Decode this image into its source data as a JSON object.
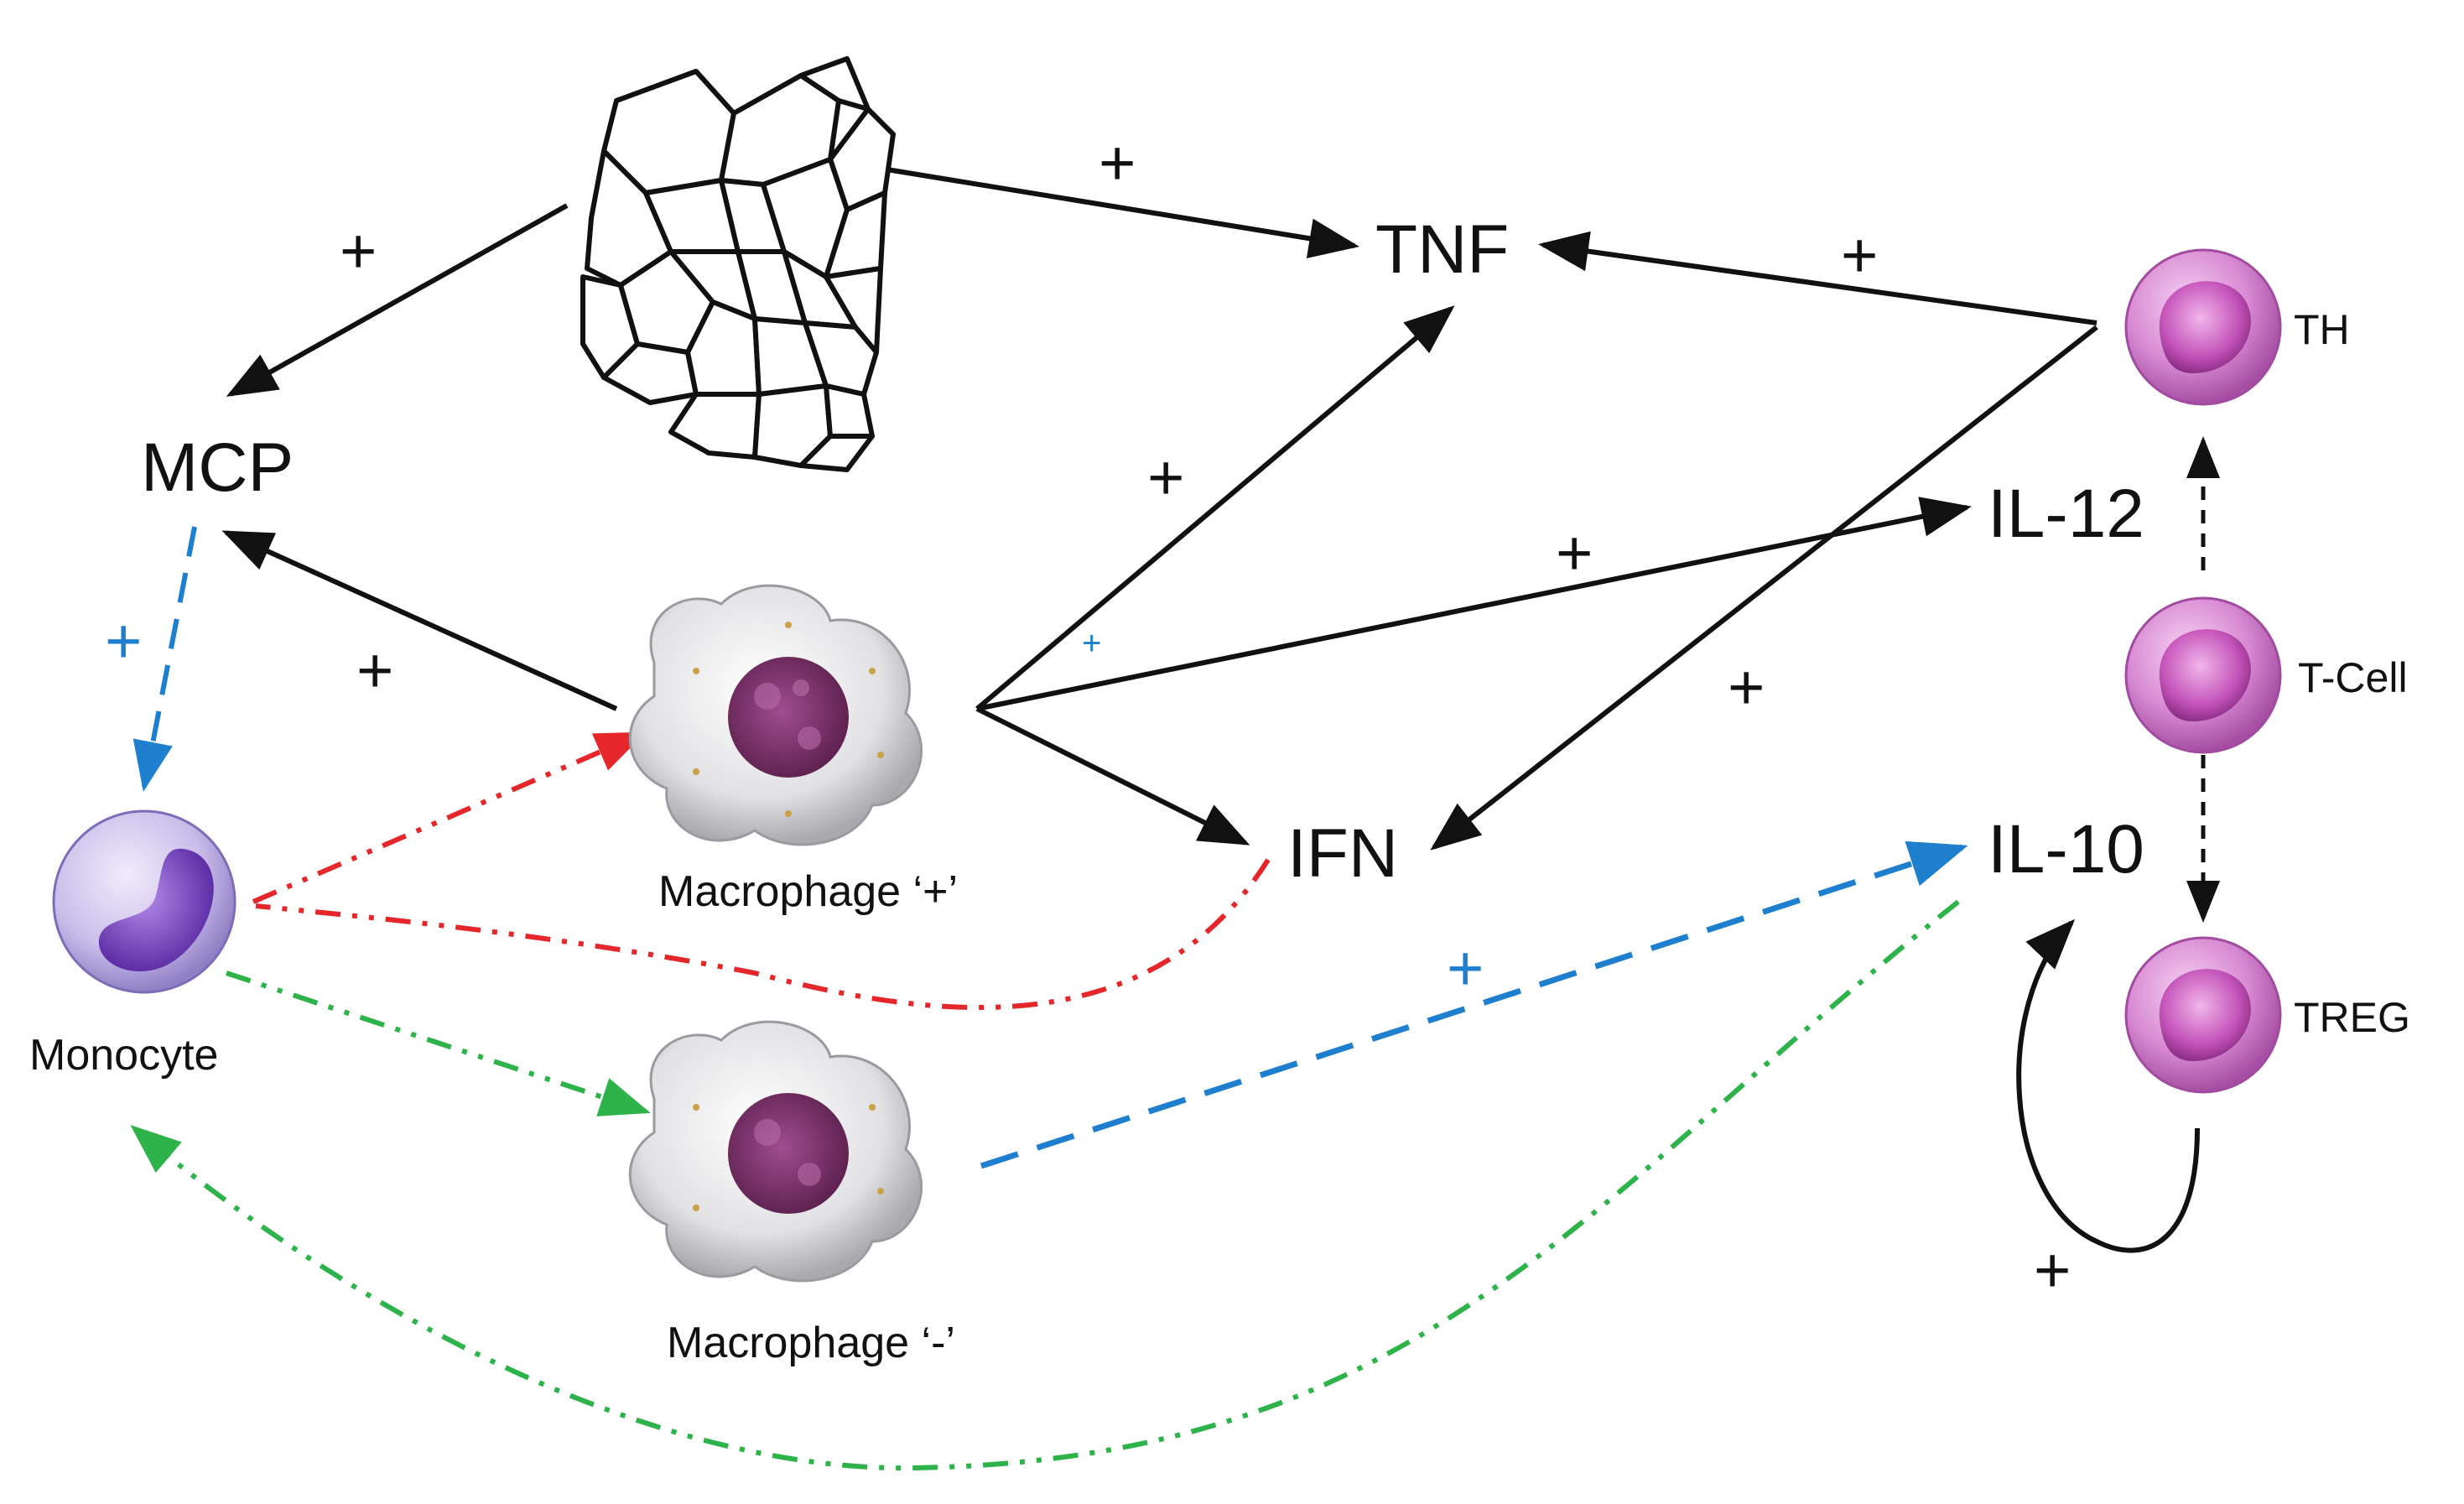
{
  "cytokines": {
    "tnf": "TNF",
    "mcp": "MCP",
    "ifn": "IFN",
    "il12": "IL-12",
    "il10": "IL-10"
  },
  "cells": {
    "monocyte": "Monocyte",
    "macrophage_pos": "Macrophage ‘+’",
    "macrophage_neg": "Macrophage ‘-’",
    "th": "TH",
    "tcell": "T-Cell",
    "treg": "TREG"
  },
  "signs": {
    "plus": "+"
  },
  "colors": {
    "black_edge": "#111111",
    "blue_edge": "#1f7fcf",
    "red_edge": "#e5262a",
    "green_edge": "#2db34a",
    "lymphocyte": "#c86ac4",
    "monocyte": "#8a68c8",
    "macrophage_nucleus": "#6e2a5e"
  }
}
